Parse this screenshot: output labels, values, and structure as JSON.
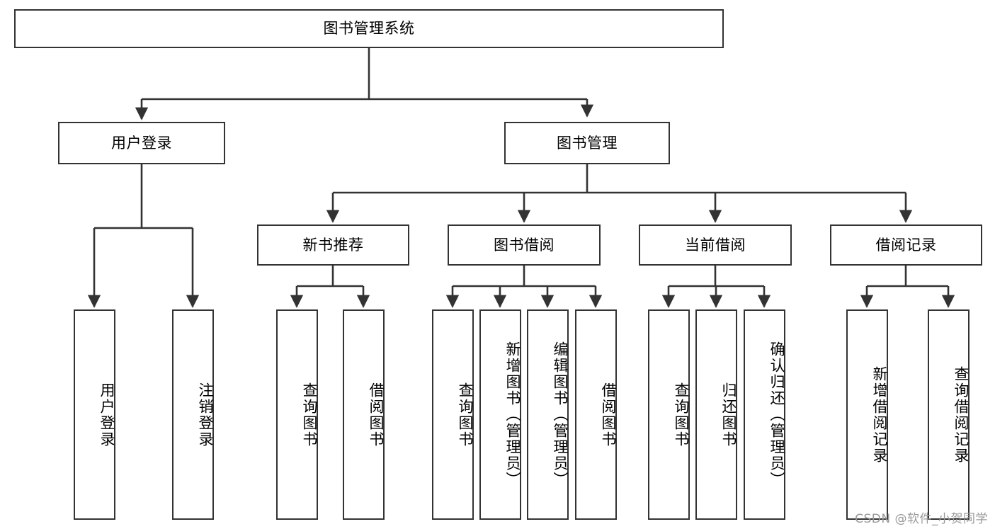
{
  "diagram": {
    "type": "tree-hierarchy",
    "title": "图书管理系统",
    "root": {
      "label": "图书管理系统",
      "level": 0
    },
    "level1": [
      {
        "id": "user-login",
        "label": "用户登录"
      },
      {
        "id": "book-management",
        "label": "图书管理"
      }
    ],
    "level2": [
      {
        "id": "new-book-recommend",
        "label": "新书推荐",
        "parent": "book-management"
      },
      {
        "id": "book-borrow",
        "label": "图书借阅",
        "parent": "book-management"
      },
      {
        "id": "current-borrow",
        "label": "当前借阅",
        "parent": "book-management"
      },
      {
        "id": "borrow-record",
        "label": "借阅记录",
        "parent": "book-management"
      }
    ],
    "leaves": {
      "user-login": [
        {
          "id": "leaf-user-login",
          "label": "用户登录"
        },
        {
          "id": "leaf-logout",
          "label": "注销登录"
        }
      ],
      "new-book-recommend": [
        {
          "id": "leaf-query-book-1",
          "label": "查询图书"
        },
        {
          "id": "leaf-borrow-book-1",
          "label": "借阅图书"
        }
      ],
      "book-borrow": [
        {
          "id": "leaf-query-book-2",
          "label": "查询图书"
        },
        {
          "id": "leaf-add-book",
          "label": "新增图书（管理员）"
        },
        {
          "id": "leaf-edit-book",
          "label": "编辑图书（管理员）"
        },
        {
          "id": "leaf-borrow-book-2",
          "label": "借阅图书"
        }
      ],
      "current-borrow": [
        {
          "id": "leaf-query-book-3",
          "label": "查询图书"
        },
        {
          "id": "leaf-return-book",
          "label": "归还图书"
        },
        {
          "id": "leaf-confirm-return",
          "label": "确认归还（管理员）"
        }
      ],
      "borrow-record": [
        {
          "id": "leaf-add-record",
          "label": "新增借阅记录"
        },
        {
          "id": "leaf-query-record",
          "label": "查询借阅记录"
        }
      ]
    }
  },
  "watermark": {
    "text": "CSDN @软件_小贺同学"
  },
  "colors": {
    "border": "#333333",
    "background": "#ffffff",
    "text": "#000000",
    "watermark": "#9a9a9a"
  }
}
